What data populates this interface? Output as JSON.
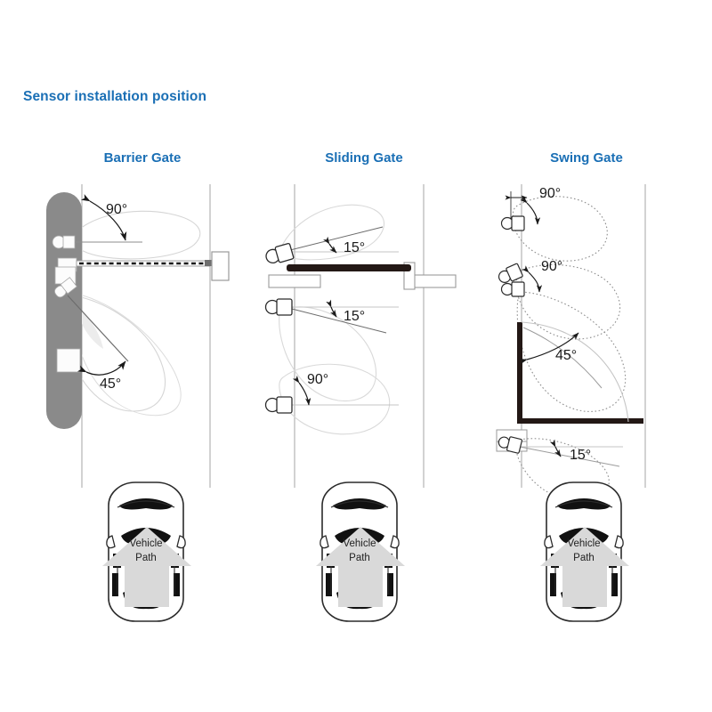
{
  "title": "Sensor installation position",
  "accent_color": "#1a6fb5",
  "columns": [
    {
      "id": "barrier-gate",
      "label": "Barrier Gate",
      "sensor_count": 4,
      "angles": [
        "90°",
        "45°"
      ],
      "vehicle": {
        "line1": "Vehicle",
        "line2": "Path"
      }
    },
    {
      "id": "sliding-gate",
      "label": "Sliding Gate",
      "sensor_count": 3,
      "angles": [
        "15°",
        "15°",
        "90°"
      ],
      "vehicle": {
        "line1": "Vehicle",
        "line2": "Path"
      }
    },
    {
      "id": "swing-gate",
      "label": "Swing Gate",
      "sensor_count": 4,
      "angles": [
        "90°",
        "90°",
        "45°",
        "15°"
      ],
      "vehicle": {
        "line1": "Vehicle",
        "line2": "Path"
      }
    }
  ],
  "labels": {
    "barrier_angle_top": "90°",
    "barrier_angle_bottom": "45°",
    "sliding_angle_top": "15°",
    "sliding_angle_mid": "15°",
    "sliding_angle_bottom": "90°",
    "swing_angle_top": "90°",
    "swing_angle_mid": "90°",
    "swing_angle_diag": "45°",
    "swing_angle_bottom": "15°",
    "vehicle_path_line1": "Vehicle",
    "vehicle_path_line2": "Path"
  },
  "colors": {
    "road_line": "#b9b9b9",
    "pillar_gray": "#8a8a8a",
    "gate_black": "#231815",
    "detection_zone": "#cfcfcf",
    "arrow_gray": "#d9d9d9",
    "car_outline": "#2b2b2b"
  }
}
